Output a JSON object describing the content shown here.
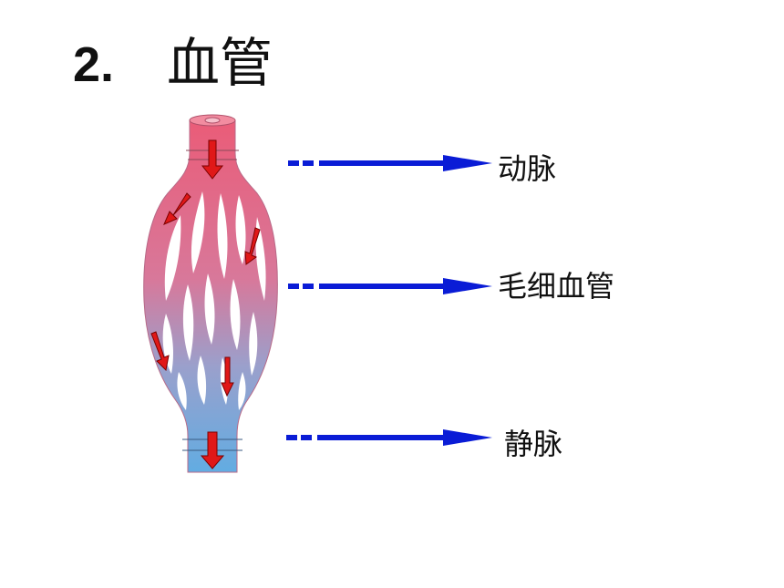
{
  "title": {
    "number": "2.",
    "text": "血管"
  },
  "labels": {
    "artery": "动脉",
    "capillary": "毛细血管",
    "vein": "静脉"
  },
  "colors": {
    "artery": "#e8607a",
    "vein": "#6aaee0",
    "arrow_pointer": "#0a1cd6",
    "flow_arrow": "#e01818"
  }
}
